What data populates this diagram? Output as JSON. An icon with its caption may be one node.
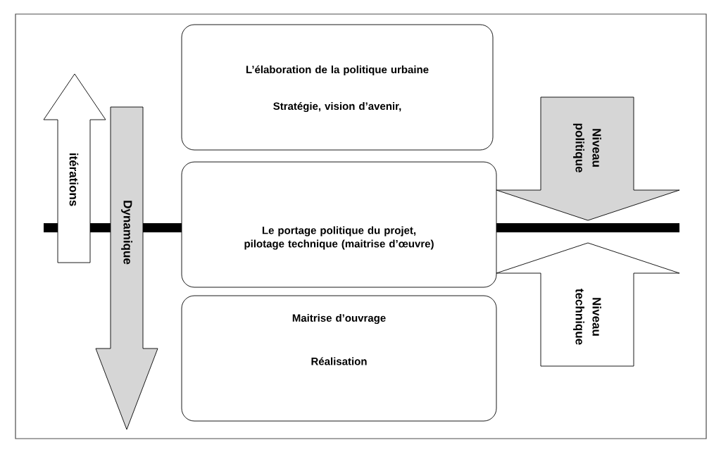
{
  "diagram": {
    "nodes": [
      {
        "text": [
          "L’élaboration de la politique urbaine",
          "Stratégie, vision d’avenir,"
        ]
      },
      {
        "text": [
          "Le portage politique du projet, pilotage technique (maitrise d’œuvre)"
        ]
      },
      {
        "text": [
          "Maitrise d’ouvrage",
          "Réalisation"
        ]
      },
      {
        "text": [
          "itérations"
        ]
      },
      {
        "text": [
          "Dynamique"
        ]
      },
      {
        "text": [
          "Niveau politique"
        ]
      },
      {
        "text": [
          "Niveau technique"
        ]
      }
    ]
  }
}
